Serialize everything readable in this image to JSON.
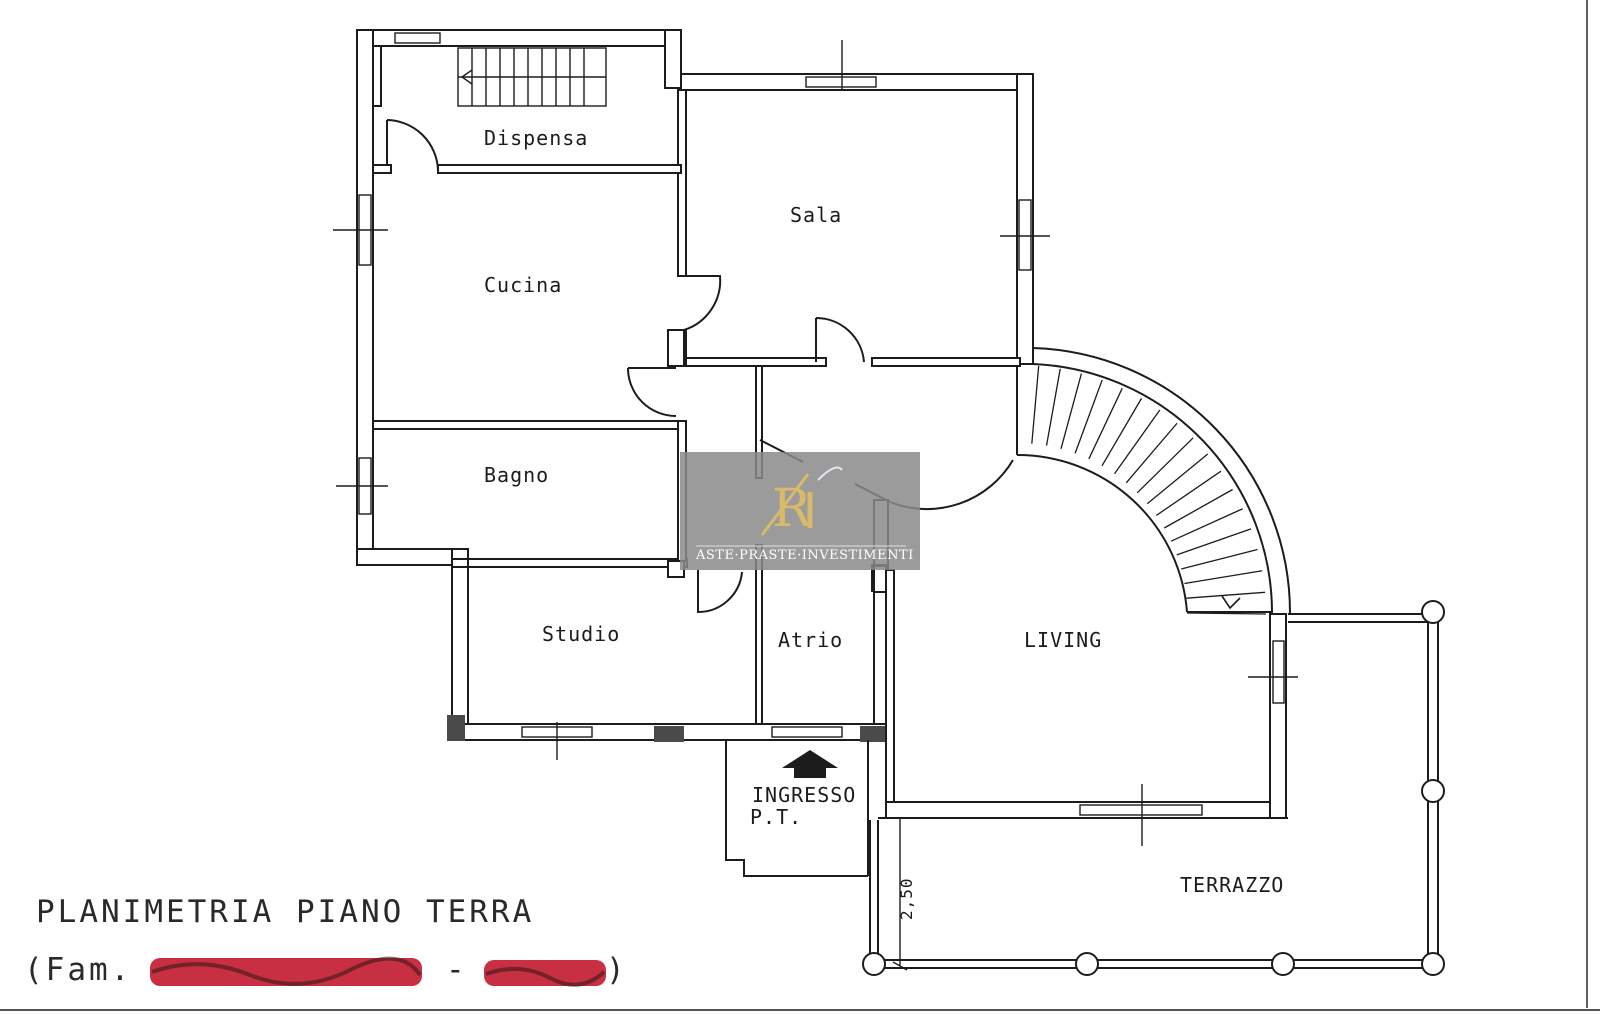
{
  "plan": {
    "rooms": {
      "dispensa": "Dispensa",
      "sala": "Sala",
      "cucina": "Cucina",
      "bagno": "Bagno",
      "studio": "Studio",
      "atrio": "Atrio",
      "living": "LIVING",
      "terrazzo": "TERRAZZO"
    },
    "entrance_line1": "INGRESSO",
    "entrance_line2": "P.T.",
    "dimension": "2,50"
  },
  "caption": {
    "title": "PLANIMETRIA PIANO TERRA",
    "subtitle_open": "(Fam.",
    "subtitle_dash": "-",
    "subtitle_close": ")"
  },
  "watermark": {
    "brand": "ASTE·PRASTE·INVESTIMENTI",
    "monogram": "R",
    "bg_color": "#8a8a8a",
    "gold_color": "#d9b96a"
  },
  "colors": {
    "lines": "#1c1c1c",
    "redaction": "#c2182f",
    "hatch": "#4a4a4a"
  }
}
